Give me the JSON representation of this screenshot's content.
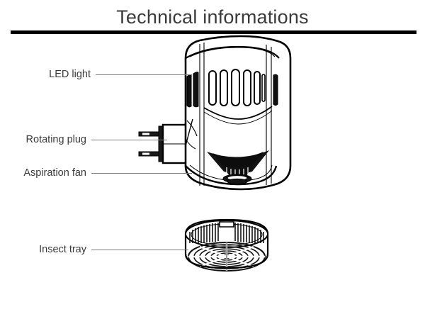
{
  "header": {
    "title": "Technical informations"
  },
  "diagram": {
    "callouts": [
      {
        "id": "led",
        "label": "LED light"
      },
      {
        "id": "plug",
        "label": "Rotating plug"
      },
      {
        "id": "fan",
        "label": "Aspiration fan"
      },
      {
        "id": "tray",
        "label": "Insect tray"
      }
    ],
    "figures": [
      {
        "name": "insect-trap-body",
        "description": "plug-in cylindrical insect trap with vent slots, rotating plug and aspiration fan"
      },
      {
        "name": "insect-tray",
        "description": "removable shallow round insect collection tray"
      }
    ]
  },
  "colors": {
    "background": "#ffffff",
    "title_text": "#3b3b3b",
    "label_text": "#3b3b3b",
    "rule": "#000000",
    "leader_line": "#7c7c7c",
    "line_art": "#000000"
  }
}
